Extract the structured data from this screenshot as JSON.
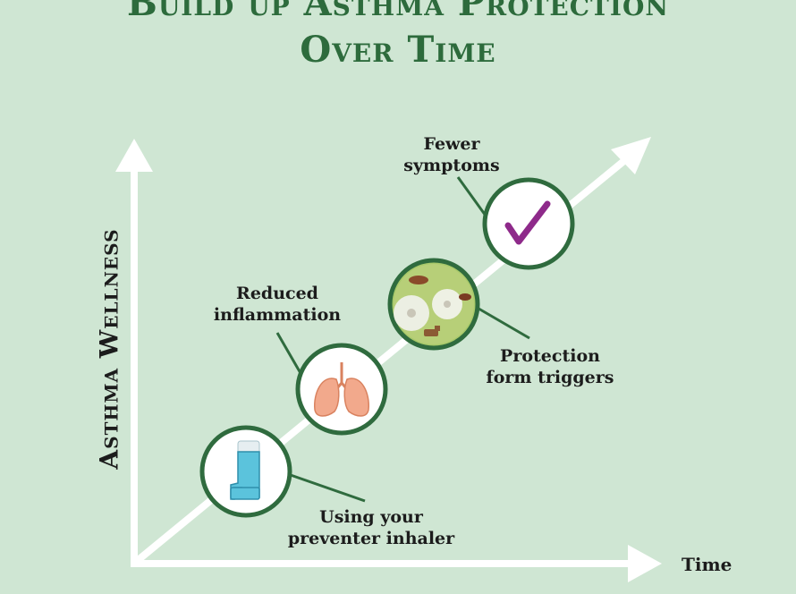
{
  "title": {
    "line1": "Build up Asthma Protection",
    "line2": "Over Time"
  },
  "axes": {
    "y_label": "Asthma Wellness",
    "x_label": "Time"
  },
  "stages": [
    {
      "label_line1": "Using your",
      "label_line2": "preventer inhaler",
      "icon": "inhaler-icon"
    },
    {
      "label_line1": "Reduced",
      "label_line2": "inflammation",
      "icon": "lungs-icon"
    },
    {
      "label_line1": "Protection",
      "label_line2": "form triggers",
      "icon": "triggers-icon"
    },
    {
      "label_line1": "Fewer",
      "label_line2": "symptoms",
      "icon": "checkmark-icon"
    }
  ],
  "colors": {
    "background": "#cfe6d3",
    "title": "#2d6b3c",
    "circle_border": "#2f6b3e",
    "arrow": "#ffffff",
    "check": "#8e2a8a",
    "lungs": "#f2a98c",
    "inhaler": "#5bc3dc"
  }
}
